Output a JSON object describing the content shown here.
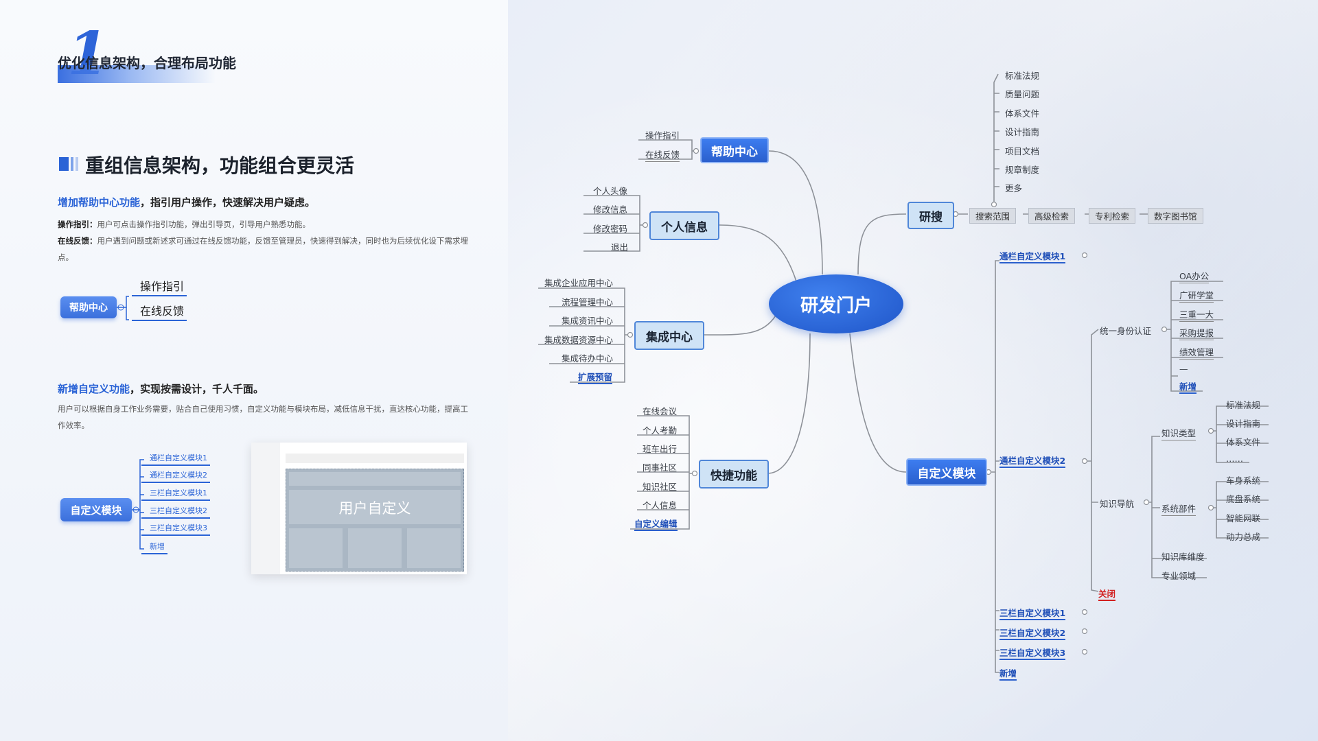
{
  "header": {
    "number": "1",
    "title": "优化信息架构，合理布局功能"
  },
  "section": {
    "title": "重组信息架构，功能组合更灵活"
  },
  "help": {
    "headline_blue": "增加帮助中心功能",
    "headline_rest": "，指引用户操作，快速解决用户疑虑。",
    "p1_label": "操作指引：",
    "p1_text": "用户可点击操作指引功能，弹出引导页，引导用户熟悉功能。",
    "p2_label": "在线反馈：",
    "p2_text": "用户遇到问题或新述求可通过在线反馈功能，反馈至管理员，快速得到解决，同时也为后续优化设下需求埋点。",
    "pill": "帮助中心",
    "items": [
      "操作指引",
      "在线反馈"
    ]
  },
  "custom": {
    "headline_blue": "新增自定义功能",
    "headline_rest": "，实现按需设计，千人千面。",
    "text": "用户可以根据自身工作业务需要，贴合自己使用习惯，自定义功能与模块布局，减低信息干扰，直达核心功能，提高工作效率。",
    "pill": "自定义模块",
    "items": [
      "通栏自定义模块1",
      "通栏自定义模块2",
      "三栏自定义模块1",
      "三栏自定义模块2",
      "三栏自定义模块3",
      "新增"
    ],
    "mock_label": "用户自定义"
  },
  "mindmap": {
    "center": "研发门户",
    "help_center": {
      "label": "帮助中心",
      "items": [
        "操作指引",
        "在线反馈"
      ]
    },
    "personal": {
      "label": "个人信息",
      "items": [
        "个人头像",
        "修改信息",
        "修改密码",
        "退出"
      ]
    },
    "integration": {
      "label": "集成中心",
      "items": [
        "集成企业应用中心",
        "流程管理中心",
        "集成资讯中心",
        "集成数据资源中心",
        "集成待办中心",
        "扩展预留"
      ]
    },
    "shortcut": {
      "label": "快捷功能",
      "items": [
        "在线会议",
        "个人考勤",
        "班车出行",
        "同事社区",
        "知识社区",
        "个人信息",
        "自定义编辑"
      ]
    },
    "search": {
      "label": "研搜",
      "tags": [
        "搜索范围",
        "高级检索",
        "专利检索",
        "数字图书馆"
      ],
      "scope": [
        "标准法规",
        "质量问题",
        "体系文件",
        "设计指南",
        "项目文档",
        "规章制度",
        "更多"
      ]
    },
    "custom_module": {
      "label": "自定义模块",
      "modules": [
        "通栏自定义模块1",
        "通栏自定义模块2",
        "三栏自定义模块1",
        "三栏自定义模块2",
        "三栏自定义模块3",
        "新增"
      ],
      "sso": {
        "label": "统一身份认证",
        "items": [
          "OA办公",
          "广研学堂",
          "三重一大",
          "采购提报",
          "绩效管理",
          "—",
          "新增"
        ]
      },
      "knav": {
        "label": "知识导航",
        "ktype": {
          "label": "知识类型",
          "items": [
            "标准法规",
            "设计指南",
            "体系文件",
            "……"
          ]
        },
        "parts": {
          "label": "系统部件",
          "items": [
            "车身系统",
            "底盘系统",
            "智能网联",
            "动力总成"
          ]
        },
        "extra": [
          "知识库维度",
          "专业领域"
        ]
      },
      "close": "关闭"
    }
  },
  "colors": {
    "accent": "#2a63d6",
    "node_blue": "#2a5fcd",
    "node_light": "#cfe3f6",
    "close_red": "#d21f1f"
  }
}
